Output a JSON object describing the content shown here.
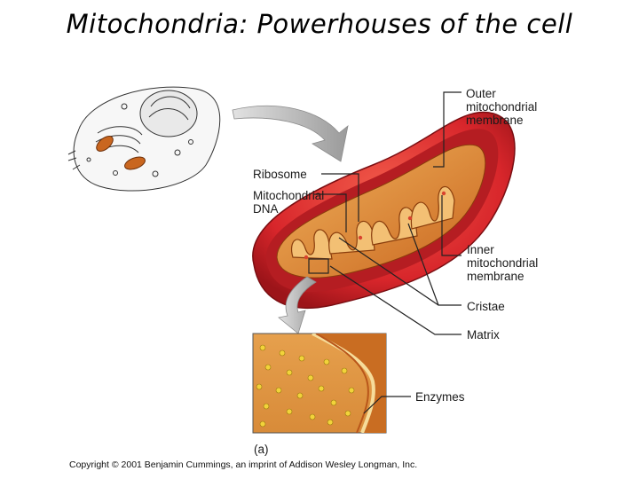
{
  "title": "Mitochondria: Powerhouses of the cell",
  "labels": {
    "outer_membrane": "Outer\nmitochondrial\nmembrane",
    "ribosome": "Ribosome",
    "mito_dna": "Mitochondrial\nDNA",
    "inner_membrane": "Inner\nmitochondrial\nmembrane",
    "cristae": "Cristae",
    "matrix": "Matrix",
    "enzymes": "Enzymes",
    "panel": "(a)"
  },
  "copyright": "Copyright © 2001 Benjamin Cummings, an imprint of Addison Wesley Longman, Inc.",
  "colors": {
    "outer_membrane": "#d8262b",
    "inner_orange": "#d9782c",
    "matrix_light": "#e9a24c",
    "arrow_gray": "#a9a9a9",
    "enzyme_yellow": "#f2d33a"
  }
}
